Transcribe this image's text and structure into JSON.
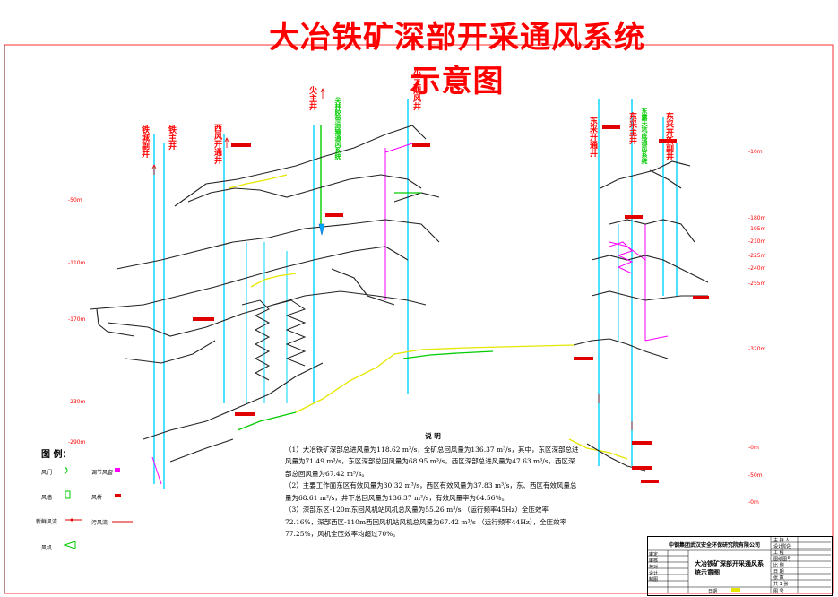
{
  "title": "大冶铁矿深部开采通风系统示意图",
  "shafts": {
    "s1": "铁城副井",
    "s2": "铁主井",
    "s3": "西风开通井",
    "s4": "尖主井",
    "s5": "尖二期风井",
    "s6": "东采开通井",
    "s7": "东采主井",
    "s8": "东采开新副井",
    "green1": "尖林胶带运输通风系统",
    "green2": "东露天坑底通风系统"
  },
  "levels": {
    "l1": "-50m",
    "l2": "-110m",
    "l3": "-170m",
    "l4": "-230m",
    "l5": "-290m",
    "r1": "-10m",
    "r2": "-180m",
    "r3": "-195m",
    "r4": "-210m",
    "r5": "-225m",
    "r6": "-240m",
    "r7": "-255m",
    "r8": "-320m",
    "r9": "-0m",
    "r10": "-50m",
    "r11": "-0m"
  },
  "notes": {
    "title": "说  明",
    "p1": "（1）大冶铁矿深部总进风量为118.62 m³/s，全矿总回风量为136.37 m³/s，其中，东区深部总进风量为71.49 m³/s，东区深部总回风量为68.95 m³/s，西区深部总进风量为47.63 m³/s，西区深部总回风量为67.42 m³/s。",
    "p2": "（2）主要工作面东区有效风量为30.32 m³/s，西区有效风量为37.83 m³/s，东、西区有效风量总量为68.61 m³/s，井下总回风量为136.37 m³/s，有效风量率为64.56%。",
    "p3": "（3）深部东区-120m东回风机站风机总风量为55.26 m³/s （运行频率45Hz）全压效率72.16%，深部西区-110m西回风机站风机总风量为67.42 m³/s （运行频率44Hz），全压效率77.25%，风机全压效率均超过70%。"
  },
  "legend": {
    "title": "图  例：",
    "items": [
      "风门",
      "调节风窗",
      "风墙",
      "风桥",
      "新鲜风流",
      "污风流",
      "风机"
    ]
  },
  "titleblock": {
    "company": "中钢集团武汉安全环保研究院有限公司",
    "drawing": "大冶铁矿深部开采通风系统示意图",
    "rows": [
      "主 持 人",
      "设计阶段",
      "工 程",
      "图纸图号",
      "比 例",
      "日 期",
      "张 数",
      "共 1 张",
      "图 号"
    ],
    "left": [
      "审定",
      "审核",
      "校对",
      "设计",
      "制图",
      "日期"
    ]
  },
  "colors": {
    "fresh": "#00ffff",
    "used": "#ff0000",
    "drift": "#000000",
    "yellow": "#e6e600",
    "green": "#00cc00",
    "magenta": "#ff00ff"
  }
}
